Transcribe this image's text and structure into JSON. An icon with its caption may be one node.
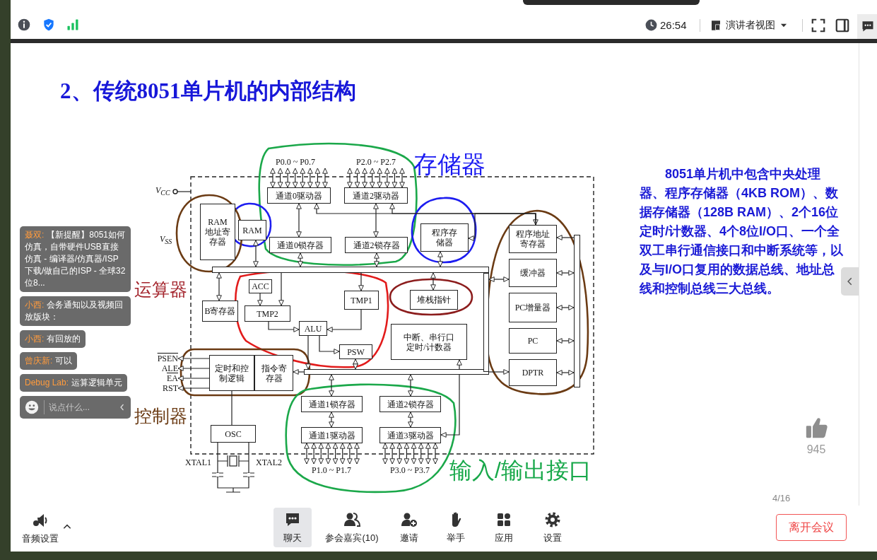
{
  "diagram": {
    "title": "2、传统8051单片机的内部结构",
    "nodes": [
      {
        "text": [
          "通道0驱动器"
        ]
      },
      {
        "text": [
          "通道2驱动器"
        ]
      },
      {
        "text": [
          "RAM地址寄存器"
        ]
      },
      {
        "text": [
          "RAM"
        ]
      },
      {
        "text": [
          "通道0锁存器"
        ]
      },
      {
        "text": [
          "通道2锁存器"
        ]
      },
      {
        "text": [
          "程序存储器"
        ]
      },
      {
        "text": [
          "程序地址寄存器"
        ]
      },
      {
        "text": [],
        "shape": "bar"
      },
      {
        "text": [
          "ACC"
        ]
      },
      {
        "text": [
          "TMP1"
        ]
      },
      {
        "text": [
          "堆栈指针"
        ]
      },
      {
        "text": [
          "缓冲器"
        ]
      },
      {
        "text": [
          "B寄存器"
        ]
      },
      {
        "text": [
          "TMP2"
        ]
      },
      {
        "text": [
          "PC增量器"
        ]
      },
      {
        "text": [
          "ALU"
        ]
      },
      {
        "text": [
          "中断、串行口定时/计数器"
        ]
      },
      {
        "text": [
          "PC"
        ]
      },
      {
        "text": [
          "PSW"
        ]
      },
      {
        "text": [
          "PSEN"
        ]
      },
      {
        "text": [
          "ALE"
        ]
      },
      {
        "text": [
          "EA"
        ]
      },
      {
        "text": [
          "RST"
        ]
      },
      {
        "text": [
          "定时和控制逻辑"
        ]
      },
      {
        "text": [
          "指令寄存器"
        ]
      },
      {
        "text": [],
        "shape": "bar"
      },
      {
        "text": [
          "DPTR"
        ]
      },
      {
        "text": [
          "通道1锁存器"
        ]
      },
      {
        "text": [
          "通道2锁存器"
        ]
      },
      {
        "text": [
          "OSC"
        ]
      },
      {
        "text": [
          "通道1驱动器"
        ]
      },
      {
        "text": [
          "通道3驱动器"
        ]
      },
      {
        "text": [],
        "shape": "bar"
      },
      {
        "text": [],
        "shape": "bar"
      },
      {
        "text": [
          "P0.0 ~ P0.7"
        ]
      },
      {
        "text": [
          "P2.0 ~ P2.7"
        ]
      },
      {
        "text": [
          "P1.0 ~ P1.7"
        ]
      },
      {
        "text": [
          "P3.0 ~ P3.7"
        ]
      }
    ],
    "edges": [
      {
        "from": 35,
        "to": 0,
        "arrow": "both"
      },
      {
        "from": 35,
        "to": 0,
        "arrow": "both"
      },
      {
        "from": 35,
        "to": 0,
        "arrow": "both"
      },
      {
        "from": 35,
        "to": 0,
        "arrow": "both"
      },
      {
        "from": 35,
        "to": 0,
        "arrow": "both"
      },
      {
        "from": 35,
        "to": 0,
        "arrow": "both"
      },
      {
        "from": 35,
        "to": 0,
        "arrow": "both"
      },
      {
        "from": 35,
        "to": 0,
        "arrow": "both"
      },
      {
        "from": 36,
        "to": 1,
        "arrow": "both"
      },
      {
        "from": 36,
        "to": 1,
        "arrow": "both"
      },
      {
        "from": 36,
        "to": 1,
        "arrow": "both"
      },
      {
        "from": 36,
        "to": 1,
        "arrow": "both"
      },
      {
        "from": 36,
        "to": 1,
        "arrow": "both"
      },
      {
        "from": 36,
        "to": 1,
        "arrow": "both"
      },
      {
        "from": 36,
        "to": 1,
        "arrow": "both"
      },
      {
        "from": 36,
        "to": 1,
        "arrow": "both"
      },
      {
        "from": 0,
        "to": 4,
        "arrow": "both"
      },
      {
        "from": 1,
        "to": 5,
        "arrow": "both"
      },
      {
        "from": 7,
        "to": 0,
        "arrow": "both"
      },
      {
        "from": 7,
        "to": 1,
        "arrow": "to"
      },
      {
        "from": 7,
        "to": 6,
        "arrow": "to"
      },
      {
        "from": 3,
        "to": 8,
        "arrow": "both"
      },
      {
        "from": 4,
        "to": 8,
        "arrow": "both"
      },
      {
        "from": 5,
        "to": 8,
        "arrow": "both"
      },
      {
        "from": 6,
        "to": 8,
        "arrow": "both"
      },
      {
        "from": 8,
        "to": 11,
        "arrow": "both"
      },
      {
        "from": 8,
        "to": 13,
        "arrow": "both"
      },
      {
        "from": 8,
        "to": 14,
        "arrow": "to"
      },
      {
        "from": 8,
        "to": 10,
        "arrow": "to"
      },
      {
        "from": 9,
        "to": 14,
        "arrow": "to"
      },
      {
        "from": 14,
        "to": 16,
        "arrow": "to"
      },
      {
        "from": 10,
        "to": 16,
        "arrow": "to"
      },
      {
        "from": 16,
        "to": 19,
        "arrow": "to"
      },
      {
        "from": 16,
        "to": 26,
        "arrow": "to"
      },
      {
        "from": 19,
        "to": 26,
        "arrow": "both"
      },
      {
        "from": 26,
        "to": 25,
        "arrow": "to"
      },
      {
        "from": 26,
        "to": 27,
        "arrow": "to"
      },
      {
        "from": 26,
        "to": 28,
        "arrow": "both"
      },
      {
        "from": 26,
        "to": 29,
        "arrow": "both"
      },
      {
        "from": 17,
        "to": 32,
        "arrow": "both"
      },
      {
        "from": 28,
        "to": 31,
        "arrow": "both"
      },
      {
        "from": 29,
        "to": 32,
        "arrow": "both"
      },
      {
        "from": 37,
        "to": 31,
        "arrow": "both"
      },
      {
        "from": 37,
        "to": 31,
        "arrow": "both"
      },
      {
        "from": 37,
        "to": 31,
        "arrow": "both"
      },
      {
        "from": 37,
        "to": 31,
        "arrow": "both"
      },
      {
        "from": 37,
        "to": 31,
        "arrow": "both"
      },
      {
        "from": 37,
        "to": 31,
        "arrow": "both"
      },
      {
        "from": 37,
        "to": 31,
        "arrow": "both"
      },
      {
        "from": 37,
        "to": 31,
        "arrow": "both"
      },
      {
        "from": 38,
        "to": 32,
        "arrow": "both"
      },
      {
        "from": 38,
        "to": 32,
        "arrow": "both"
      },
      {
        "from": 38,
        "to": 32,
        "arrow": "both"
      },
      {
        "from": 38,
        "to": 32,
        "arrow": "both"
      },
      {
        "from": 38,
        "to": 32,
        "arrow": "both"
      },
      {
        "from": 38,
        "to": 32,
        "arrow": "both"
      },
      {
        "from": 38,
        "to": 32,
        "arrow": "both"
      },
      {
        "from": 38,
        "to": 32,
        "arrow": "both"
      },
      {
        "from": 24,
        "to": 20,
        "arrow": "to"
      },
      {
        "from": 24,
        "to": 21,
        "arrow": "to"
      },
      {
        "from": 24,
        "to": 22,
        "arrow": "to"
      },
      {
        "from": 24,
        "to": 23,
        "arrow": "to"
      },
      {
        "from": 24,
        "to": 30,
        "arrow": "none"
      },
      {
        "from": 33,
        "to": 12,
        "arrow": "both"
      },
      {
        "from": 34,
        "to": 7,
        "arrow": "to"
      },
      {
        "from": 34,
        "to": 12,
        "arrow": "both"
      },
      {
        "from": 34,
        "to": 15,
        "arrow": "both"
      },
      {
        "from": 34,
        "to": 18,
        "arrow": "both"
      },
      {
        "from": 34,
        "to": 27,
        "arrow": "both"
      }
    ],
    "labels": [
      "26:54",
      "演讲者视图",
      "存储器",
      "V$_{CC}$",
      "8051单片机中包含中央处理器、程序存储器（4KB ROM）、数据存储器（128B RAM）、2个16位定时/计数器、4个8位I/O口、一个全双工串行通信接口和中断系统等，以及与I/O口复用的数据总线、地址总线和控制总线三大总线。",
      "V$_{SS}$",
      "聂双:",
      "【新提醒】8051如何仿真，自带硬件USB直接仿真 - 编译器/仿真器/ISP下载/做自己的ISP - 全球32位8...",
      "小西:",
      "会务通知以及视频回放版块：",
      "运算器",
      "小西:",
      "有回放的",
      "曾庆新:",
      "可以",
      "Debug Lab:",
      "运算逻辑单元",
      "说点什么...",
      "控制器",
      "945",
      "XTAL1",
      "XTAL2",
      "输入/输出接口",
      "4/16",
      "音频设置",
      "聊天",
      "参会嘉宾(10)",
      "邀请",
      "举手",
      "应用",
      "设置",
      "离开会议"
    ]
  }
}
